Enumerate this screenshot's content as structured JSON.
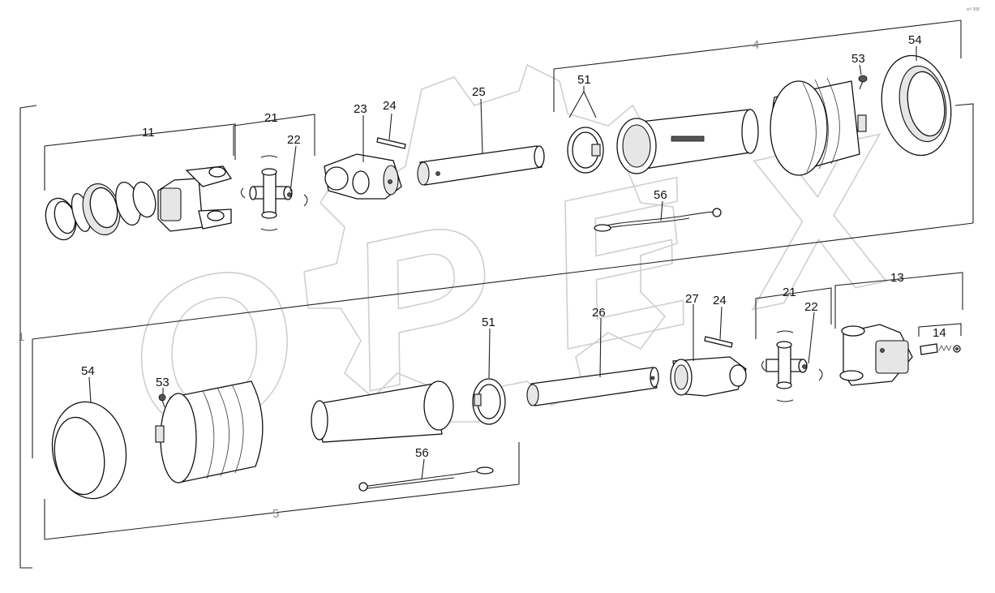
{
  "diagram": {
    "corner_mark": "a³³ 308",
    "watermark": "OPEX",
    "group_labels": {
      "upper": "4",
      "lower": "5",
      "left": "1"
    },
    "callouts": {
      "p11": "11",
      "p21_top": "21",
      "p22_top": "22",
      "p23": "23",
      "p24_top": "24",
      "p25": "25",
      "p51_top": "51",
      "p53_top": "53",
      "p54_top": "54",
      "p56_top": "56",
      "p54_bot": "54",
      "p53_bot": "53",
      "p56_bot": "56",
      "p51_bot": "51",
      "p26": "26",
      "p27": "27",
      "p24_bot": "24",
      "p21_bot": "21",
      "p22_bot": "22",
      "p13": "13",
      "p14": "14"
    }
  }
}
